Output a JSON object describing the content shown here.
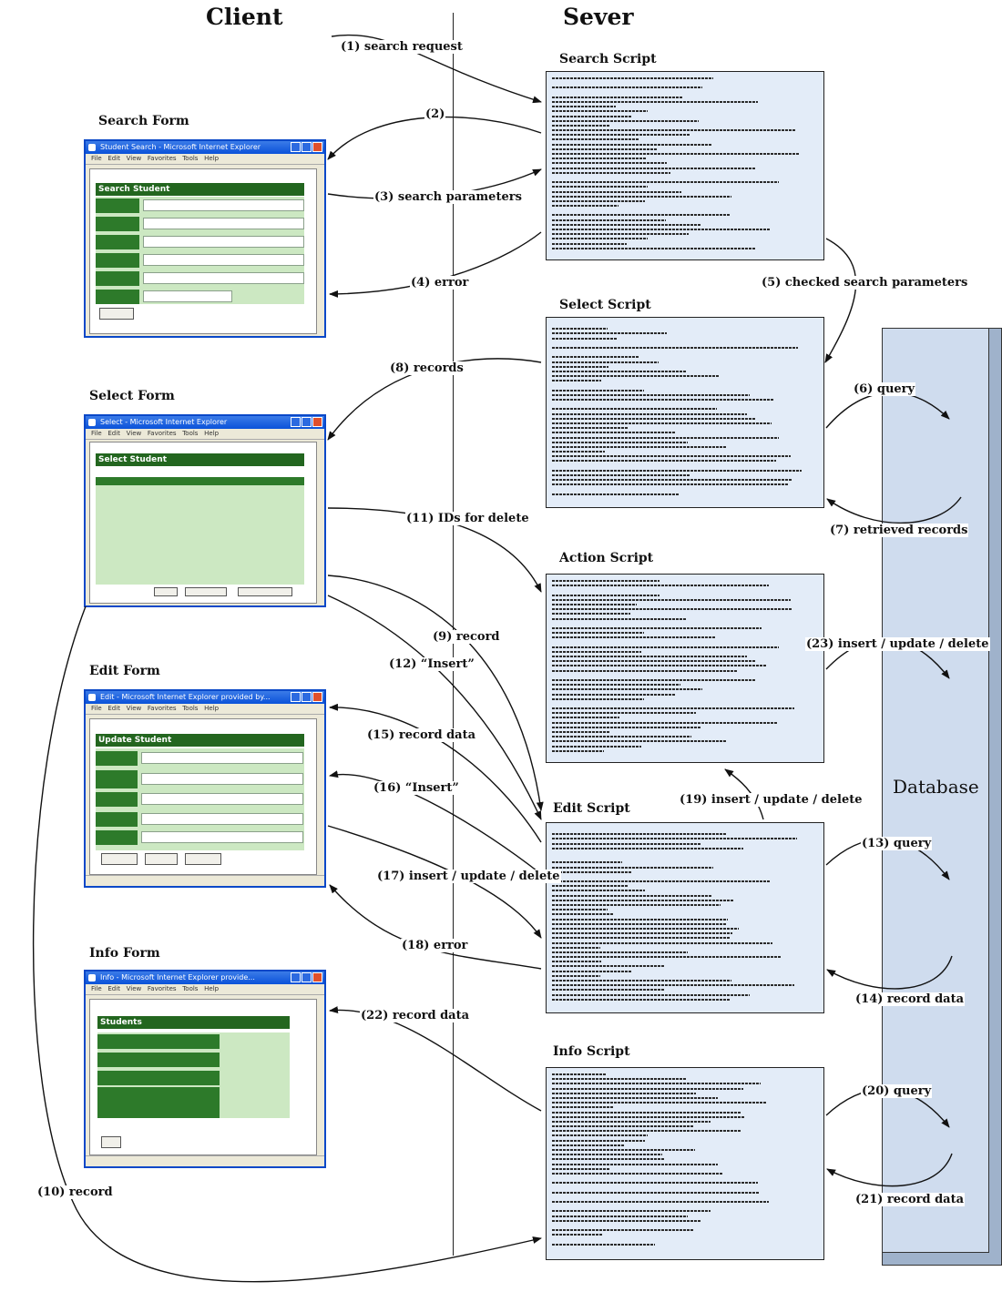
{
  "headers": {
    "client": "Client",
    "server": "Sever"
  },
  "forms": {
    "search": "Search Form",
    "select": "Select Form",
    "edit": "Edit Form",
    "info": "Info Form"
  },
  "scripts": {
    "search": "Search Script",
    "select": "Select Script",
    "action": "Action Script",
    "edit": "Edit Script",
    "info": "Info Script"
  },
  "database": "Database",
  "windows": {
    "search": {
      "title": "Student Search - Microsoft Internet Explorer",
      "heading": "Search Student"
    },
    "select": {
      "title": "Select - Microsoft Internet Explorer",
      "heading": "Select Student"
    },
    "edit": {
      "title": "Edit - Microsoft Internet Explorer provided by...",
      "heading": "Update Student"
    },
    "info": {
      "title": "Info - Microsoft Internet Explorer provide...",
      "heading": "Students"
    }
  },
  "arrows": {
    "a1": "(1) search request",
    "a2": "(2)",
    "a3": "(3) search parameters",
    "a4": "(4) error",
    "a5": "(5) checked search parameters",
    "a6": "(6) query",
    "a7": "(7) retrieved records",
    "a8": "(8) records",
    "a9": "(9) record",
    "a10": "(10) record",
    "a11": "(11) IDs for delete",
    "a12": "(12) “Insert”",
    "a13": "(13) query",
    "a14": "(14) record data",
    "a15": "(15) record data",
    "a16": "(16) “Insert”",
    "a17": "(17) insert / update / delete",
    "a18": "(18) error",
    "a19": "(19) insert / update / delete",
    "a20": "(20) query",
    "a21": "(21) record data",
    "a22": "(22) record data",
    "a23": "(23) insert / update / delete"
  }
}
